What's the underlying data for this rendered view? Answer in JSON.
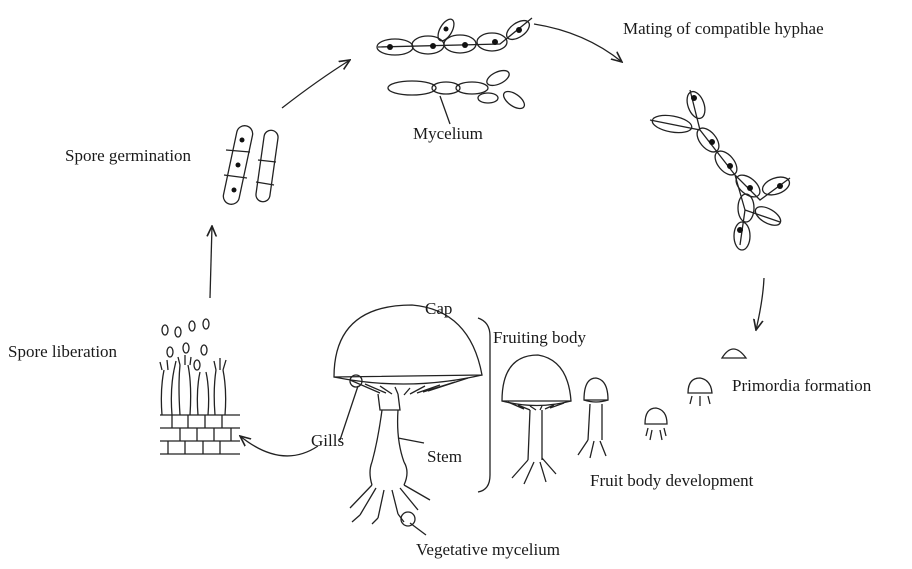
{
  "labels": {
    "mating": "Mating of compatible hyphae",
    "mycelium": "Mycelium",
    "spore_germination": "Spore germination",
    "spore_liberation": "Spore liberation",
    "cap": "Cap",
    "fruiting_body": "Fruiting body",
    "gills": "Gills",
    "stem": "Stem",
    "primordia_formation": "Primordia formation",
    "fruit_body_development": "Fruit body development",
    "vegetative_mycelium": "Vegetative mycelium"
  }
}
